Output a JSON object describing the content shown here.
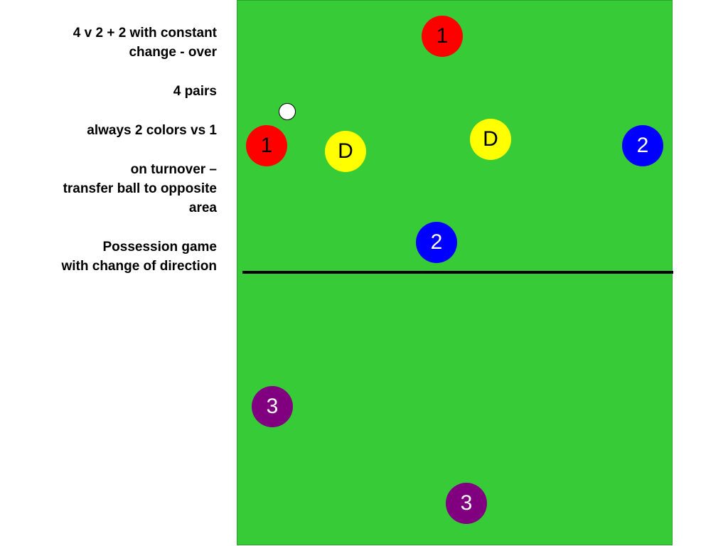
{
  "notes": {
    "lines": [
      "4 v 2 + 2  with constant",
      "change - over",
      "",
      "4 pairs",
      "",
      "always 2 colors vs 1",
      "",
      "on turnover –",
      "transfer ball to opposite",
      "area",
      "",
      "Possession game",
      "with change of direction"
    ]
  },
  "colors": {
    "field": "#37cc37",
    "red": "#ff0000",
    "yellow": "#ffff00",
    "blue": "#0000ff",
    "purple": "#800080",
    "line": "#000000",
    "ball": "#ffffff"
  },
  "players": [
    {
      "id": "red-1-top",
      "label": "1",
      "team": "red",
      "text_color": "#000000"
    },
    {
      "id": "red-1-left",
      "label": "1",
      "team": "red",
      "text_color": "#000000"
    },
    {
      "id": "defender-left",
      "label": "D",
      "team": "yellow",
      "text_color": "#000000"
    },
    {
      "id": "defender-right",
      "label": "D",
      "team": "yellow",
      "text_color": "#000000"
    },
    {
      "id": "blue-2-right",
      "label": "2",
      "team": "blue",
      "text_color": "#ffffff"
    },
    {
      "id": "blue-2-center",
      "label": "2",
      "team": "blue",
      "text_color": "#ffffff"
    },
    {
      "id": "purple-3-left",
      "label": "3",
      "team": "purple",
      "text_color": "#ffffff"
    },
    {
      "id": "purple-3-bottom",
      "label": "3",
      "team": "purple",
      "text_color": "#ffffff"
    }
  ]
}
